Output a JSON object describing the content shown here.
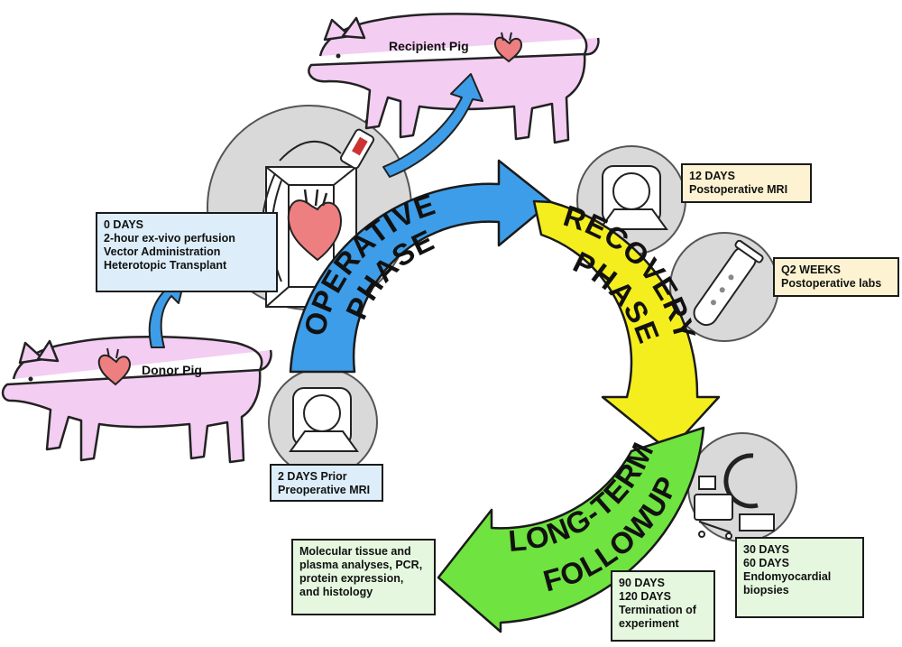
{
  "phases": {
    "operative": [
      "OPERATIVE",
      "PHASE"
    ],
    "recovery": [
      "RECOVERY",
      "PHASE"
    ],
    "longterm": [
      "LONG-TERM",
      "FOLLOWUP"
    ]
  },
  "pigs": {
    "recipient": "Recipient Pig",
    "donor": "Donor Pig"
  },
  "boxes": {
    "day0": [
      "0 DAYS",
      "2-hour ex-vivo perfusion",
      "Vector Administration",
      "Heterotopic Transplant"
    ],
    "preop": [
      "2 DAYS Prior",
      "Preoperative MRI"
    ],
    "day12": [
      "12 DAYS",
      "Postoperative MRI"
    ],
    "q2weeks": [
      "Q2 WEEKS",
      "Postoperative labs"
    ],
    "biopsies": [
      "30 DAYS",
      "60 DAYS",
      "Endomyocardial",
      "biopsies"
    ],
    "termination": [
      "90 DAYS",
      "120 DAYS",
      "Termination of",
      "experiment"
    ],
    "analyses": [
      "Molecular tissue and",
      "plasma analyses, PCR,",
      "protein expression,",
      "and histology"
    ]
  },
  "colors": {
    "operative": "#3d9de8",
    "recovery": "#f4ee1e",
    "longterm": "#6fe33f",
    "pig": "#f3cdf2",
    "heart": "#ee7f80",
    "circle": "#d9d9d9"
  }
}
